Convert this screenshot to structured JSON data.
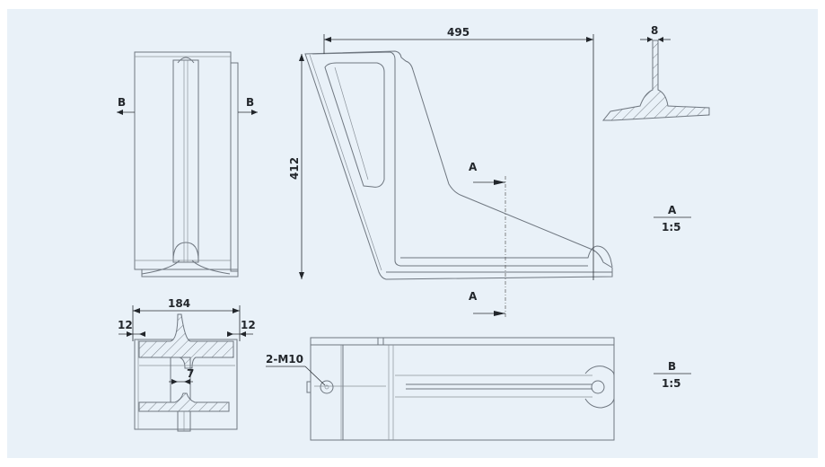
{
  "drawing": {
    "dimensions": {
      "width_top": "495",
      "height_side": "412",
      "web_thickness": "8",
      "base_width": "184",
      "left_offset": "12",
      "right_offset": "12",
      "rib_thickness": "7"
    },
    "callouts": {
      "thread": "2-M10"
    },
    "section_labels": {
      "b_left": "B",
      "b_right": "B",
      "a_top": "A",
      "a_bottom": "A"
    },
    "section_views": [
      {
        "name": "A",
        "scale": "1:5"
      },
      {
        "name": "B",
        "scale": "1:5"
      }
    ],
    "colors": {
      "background": "#e9f1f8",
      "line": "#6f7780"
    }
  }
}
